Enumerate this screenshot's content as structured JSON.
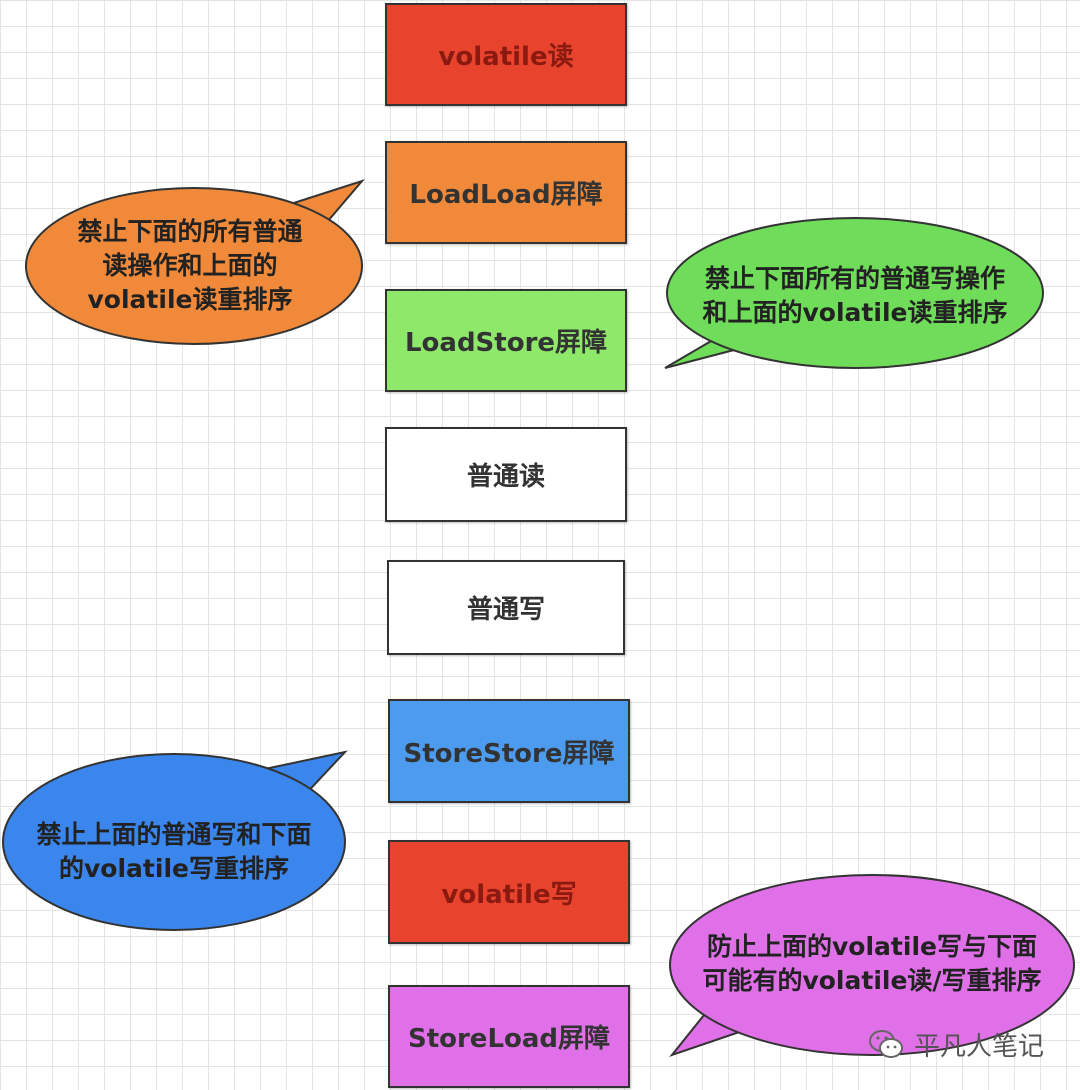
{
  "blocks": [
    {
      "label": "volatile读",
      "color": "#e8432d",
      "text_color": "#8a1a10"
    },
    {
      "label": "LoadLoad屏障",
      "color": "#f08a3a",
      "text_color": "#333333"
    },
    {
      "label": "LoadStore屏障",
      "color": "#8ee86a",
      "text_color": "#333333"
    },
    {
      "label": "普通读",
      "color": "#ffffff",
      "text_color": "#333333"
    },
    {
      "label": "普通写",
      "color": "#ffffff",
      "text_color": "#333333"
    },
    {
      "label": "StoreStore屏障",
      "color": "#4d9bef",
      "text_color": "#333333"
    },
    {
      "label": "volatile写",
      "color": "#e8432d",
      "text_color": "#8a1a10"
    },
    {
      "label": "StoreLoad屏障",
      "color": "#e070e8",
      "text_color": "#333333"
    }
  ],
  "callouts": [
    {
      "lines": [
        "禁止下面的所有普通",
        "读操作和上面的",
        "volatile读重排序"
      ],
      "color": "#f08a3a"
    },
    {
      "lines": [
        "禁止下面所有的普通写操作",
        "和上面的volatile读重排序"
      ],
      "color": "#6fdc5a"
    },
    {
      "lines": [
        "禁止上面的普通写和下面",
        "的volatile写重排序"
      ],
      "color": "#3a86ec"
    },
    {
      "lines": [
        "防止上面的volatile写与下面",
        "可能有的volatile读/写重排序"
      ],
      "color": "#e070e8"
    }
  ],
  "watermark": {
    "icon": "wechat-icon",
    "text": "平凡人笔记"
  }
}
